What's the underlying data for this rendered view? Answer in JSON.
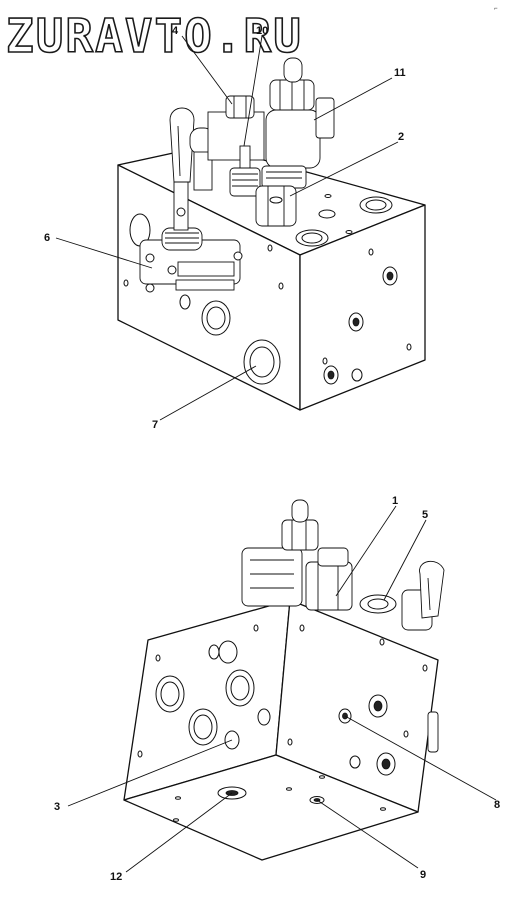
{
  "watermark": "ZURAVTO.RU",
  "corner_mark": "⌐",
  "callouts": {
    "c4": "4",
    "c10": "10",
    "c11": "11",
    "c2": "2",
    "c6": "6",
    "c7": "7",
    "c1": "1",
    "c5": "5",
    "c3": "3",
    "c8": "8",
    "c12": "12",
    "c9": "9"
  }
}
